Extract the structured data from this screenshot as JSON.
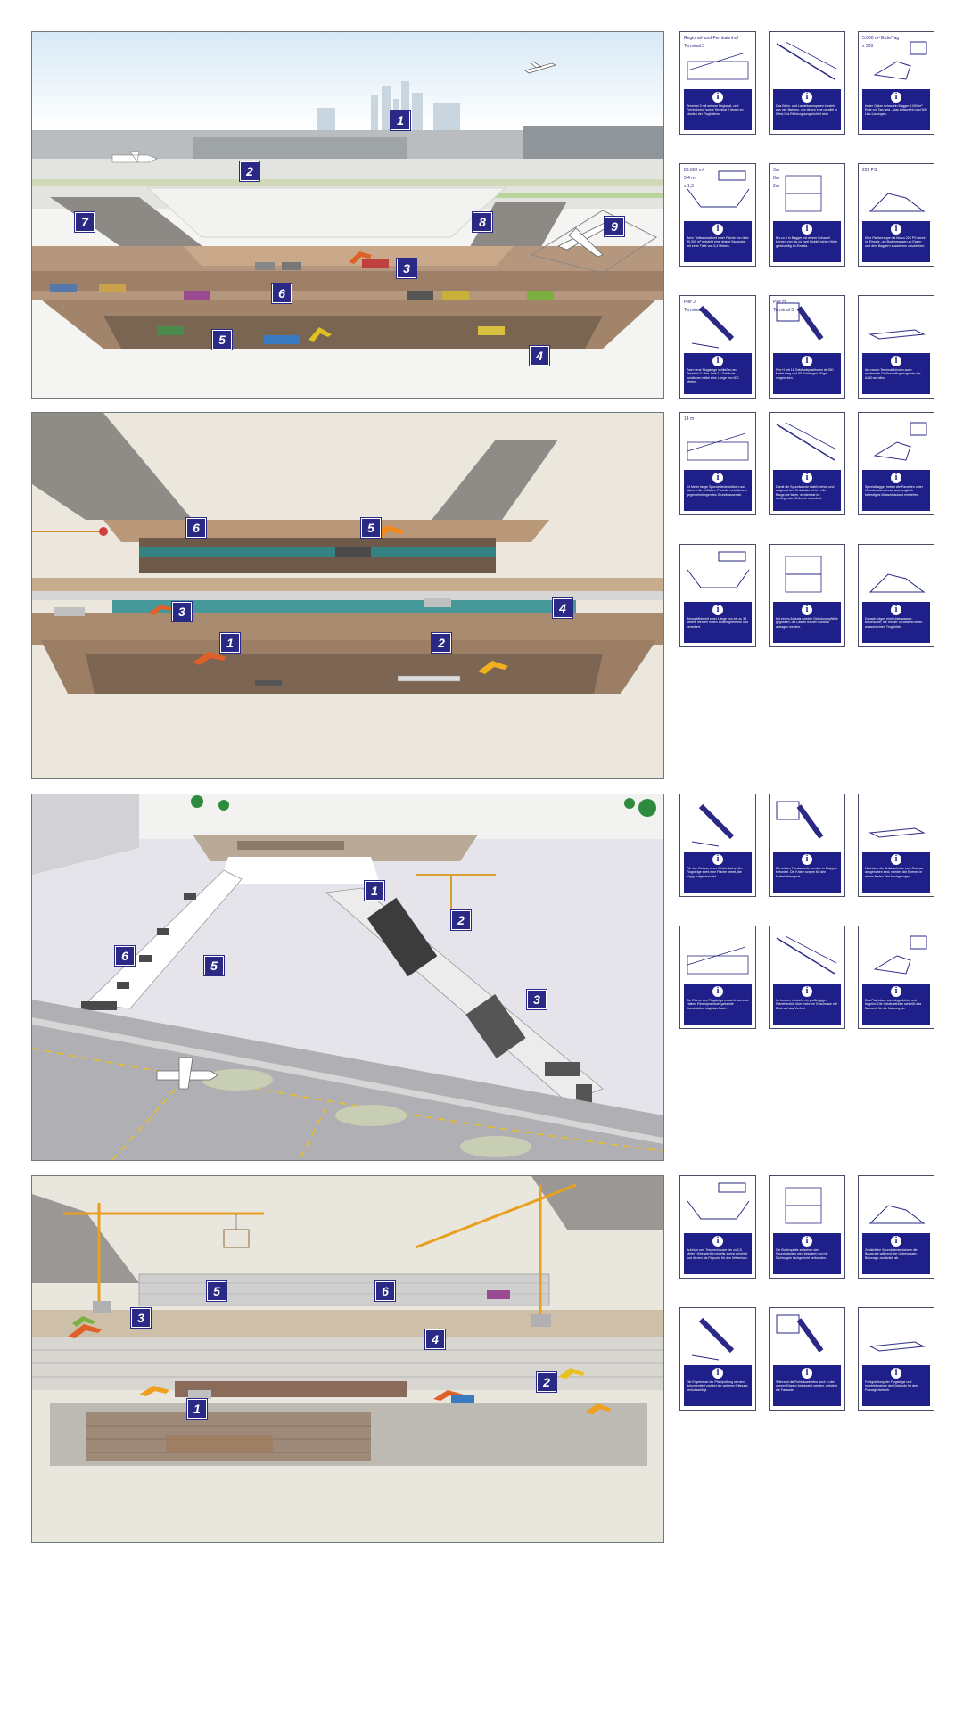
{
  "panels": [
    {
      "id": "p1",
      "badges": [
        "1",
        "2",
        "3",
        "4",
        "5",
        "6",
        "7",
        "8",
        "9"
      ]
    },
    {
      "id": "p2",
      "badges": [
        "1",
        "2",
        "3",
        "4",
        "5",
        "6"
      ]
    },
    {
      "id": "p3",
      "badges": [
        "1",
        "2",
        "3",
        "5",
        "6"
      ]
    },
    {
      "id": "p4",
      "badges": [
        "1",
        "2",
        "3",
        "4",
        "5",
        "6"
      ]
    }
  ],
  "cards": [
    {
      "text": "Terminal 3 mit seinem Regional- und Fernbahnhof sowie Terminal 2 liegen im Norden der Flughafens.",
      "labels": [
        "Regional- und Fernbahnhof",
        "Terminal 3"
      ]
    },
    {
      "text": "Das Bahn- und Landebahnsystem besteht aus vier Bahnen, von denen eine parallel in West-Ost-Richtung ausgerichtet sind.",
      "labels": []
    },
    {
      "text": "In der Spitze schaufeln Bagger 5.000 m³ Erde pro Tag weg – das entspricht rund 500 Lkw-Ladungen.",
      "labels": [
        "5.000 m³ Erde/Tag",
        "x 500"
      ]
    },
    {
      "text": "Beim Tiefbaumaß mit einer Fläche von über 80.000 m² entsteht eine riesige Baugrube mit einer Tiefe von 5,4 Metern.",
      "labels": [
        "83.000 m²",
        "5,4 m",
        "x 1,3"
      ]
    },
    {
      "text": "Bis zu 8 m Bagger mit einem Schaufel können von bis zu zwei Hubkörnchen Höhe gleichzeitig im Einsatz.",
      "labels": [
        "3m",
        "8m",
        "2m"
      ]
    },
    {
      "text": "Eine Planierraupe mit bis zu 220 PS nennt im Einsatz, um Bodenmassen zu Essen und dem Baggern zusammen zuschieben.",
      "labels": [
        "223 PS"
      ]
    },
    {
      "text": "Zwei neue Flugsteige schließen an Terminal 3: Pier J mit 14 Gebäude­positionen mittel eine Länge von 600 Metern.",
      "labels": [
        "Pier J",
        "Terminal 3"
      ]
    },
    {
      "text": "Pier H mit 18 Gebäudepositionen ist 350 Meter lang und 55 Schiengen-Flüge vorgesehen.",
      "labels": [
        "Pier H",
        "Terminal 3"
      ]
    },
    {
      "text": "Am neuen Terminal können auch modernste Großraumflugzeuge wie der A380 anrollen.",
      "labels": []
    },
    {
      "text": "14 Meter lange Spundwände stützen und sichern die seitlichen Partellen und sichern gegen eindringendes Grundwasser ab.",
      "labels": [
        "14 m"
      ]
    },
    {
      "text": "Damit die Spundwände stabil stehen und aufgrund des Erddrucks nicht in die Baugrube fallen, werden sie im umliegenden Erdreich verankert.",
      "labels": []
    },
    {
      "text": "Spezialbagger heben die Parzellen unter Grundwasserniveau aus, ungleich befestigtes Wasserbauland entstehen.",
      "labels": []
    },
    {
      "text": "Betonpfähle mit einer Länge von bis zu 35 Metern werden in den Boden getrieben und verankert.",
      "labels": []
    },
    {
      "text": "Mit einem Aufsatz werden Gründungspfähle gegossen, die Lasten für den Rohbau abtragen werden.",
      "labels": []
    },
    {
      "text": "Danach folgen eine Unterwasser-Betonsohle, die mit der Dichtwand einen wasserdichten Trog bildet.",
      "labels": []
    },
    {
      "text": "Für den Einbau eines Wetterdachs aller Flugsteige steht eine Fläche bereit, die zügig aufgebaut wird.",
      "labels": []
    },
    {
      "text": "Die letzten Fundamente werden in Etappen betoniert. Die Kräne sorgen für den Materialtransport.",
      "labels": []
    },
    {
      "text": "Nachdem die Teilabschnitte zum Rohbau ausgehoben sind, werden die Ebenen in einem festen Takt hochgezogen.",
      "labels": []
    },
    {
      "text": "Die Ebene des Flugsteigs entsteht aus zwei Hallen. Eine dynamisch geformte Konstruktion trägt das Dach.",
      "labels": []
    },
    {
      "text": "Im Inneren entsteht ein großzügiger Wartebereich über mehrere Geschosse mit Blick auf das Vorfeld.",
      "labels": []
    },
    {
      "text": "Das Flachdach wird abgedichtet und begrünt. Die Gebäudehülle schließt das Bauwerk für die Nutzung ab.",
      "labels": []
    },
    {
      "text": "Aufzüge und Treppenhäuser bis zu 2,5 Meter Höhe werden jeweils zuerst errichtet und dienen als Fixpunkt für den Weiterbau.",
      "labels": []
    },
    {
      "text": "Die Bodenplatte zwischen den Spundwänden wird betoniert und mit Dichtungen fachgerecht verbunden.",
      "labels": []
    },
    {
      "text": "Zusätzliche Spundwände sichern die Baugrube während der Unterwasser-Betonage zusätzlich ab.",
      "labels": []
    },
    {
      "text": "Die Ergebnisse der Pfahlprüfung werden dokumentiert und bei der weiteren Planung berücksichtigt.",
      "labels": []
    },
    {
      "text": "Während die Rohbauarbeiten auch in den oberen Etagen fortgesetzt werden, entsteht die Fassade.",
      "labels": []
    },
    {
      "text": "Fertigstellung der Flugsteige und Inbetriebnahme der Gebäude für den Passagierbetrieb.",
      "labels": []
    }
  ],
  "colors": {
    "badge": "#2a2a86",
    "infobox": "#1f1f8a",
    "excavator": "#f08a20",
    "sheetpile": "#2a8a8c",
    "soil": "#a88b6e"
  }
}
